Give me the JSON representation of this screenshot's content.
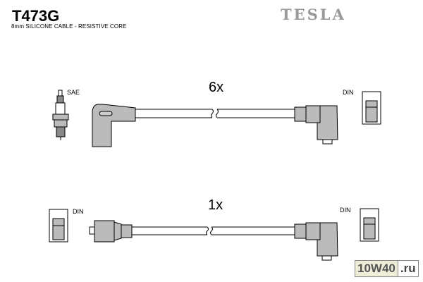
{
  "header": {
    "part_number": "T473G",
    "description": "8mm SILICONE CABLE - RESISTIVE CORE",
    "brand": "TESLA"
  },
  "cables": [
    {
      "quantity": "6x",
      "left_end": "SAE",
      "right_end": "DIN"
    },
    {
      "quantity": "1x",
      "left_end": "DIN",
      "right_end": "DIN"
    }
  ],
  "watermark": {
    "main": "10W40",
    "suffix": ".ru"
  }
}
